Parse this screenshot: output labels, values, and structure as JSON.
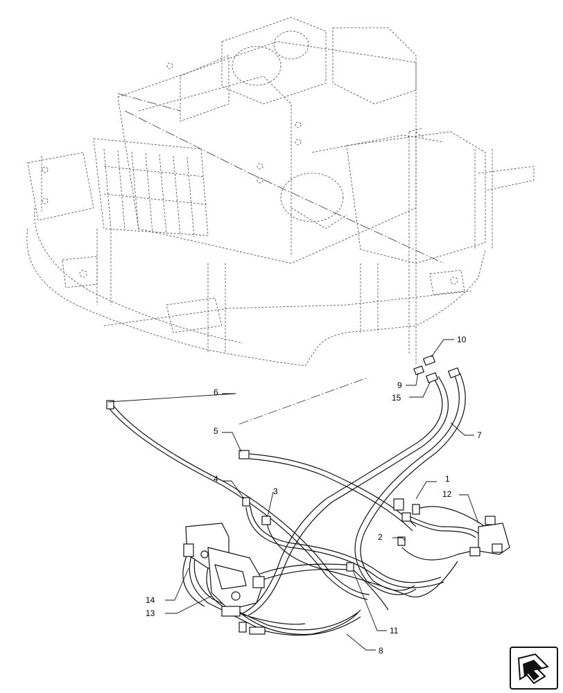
{
  "callouts": [
    {
      "id": "c1",
      "label": "1"
    },
    {
      "id": "c2",
      "label": "2"
    },
    {
      "id": "c3",
      "label": "3"
    },
    {
      "id": "c4",
      "label": "4"
    },
    {
      "id": "c5",
      "label": "5"
    },
    {
      "id": "c6",
      "label": "6"
    },
    {
      "id": "c7",
      "label": "7"
    },
    {
      "id": "c8",
      "label": "8"
    },
    {
      "id": "c9",
      "label": "9"
    },
    {
      "id": "c10",
      "label": "10"
    },
    {
      "id": "c11",
      "label": "11"
    },
    {
      "id": "c12",
      "label": "12"
    },
    {
      "id": "c13",
      "label": "13"
    },
    {
      "id": "c14",
      "label": "14"
    },
    {
      "id": "c15",
      "label": "15"
    }
  ],
  "icons": {
    "navigation": "arrow-navigation-icon"
  }
}
